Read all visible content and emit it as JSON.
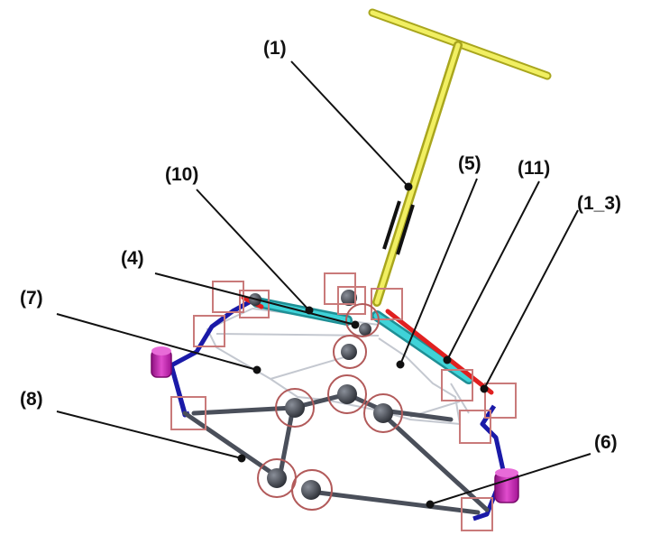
{
  "labels": {
    "l1": "(1)",
    "l10": "(10)",
    "l5": "(5)",
    "l11": "(11)",
    "l1_3": "(1_3)",
    "l4": "(4)",
    "l7": "(7)",
    "l8": "(8)",
    "l6": "(6)"
  },
  "colors": {
    "handle": "#e6e43a",
    "frame_blue": "#1a1aa8",
    "cyan_bar": "#3fd3d8",
    "red_bar": "#e02020",
    "gray_link": "#4a4f5a",
    "wheel": "#c61fb0",
    "joint_box": "#c97a7a",
    "joint_circle": "#b25a5a",
    "leader": "#111111"
  }
}
